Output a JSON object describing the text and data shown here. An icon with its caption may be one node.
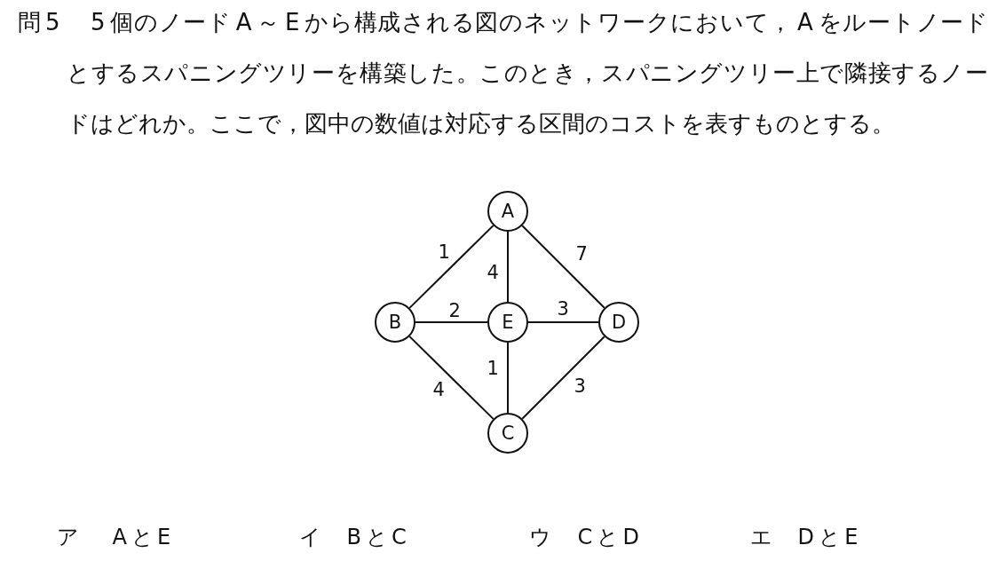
{
  "diagram": {
    "nodes": [
      {
        "text": [
          "A"
        ]
      },
      {
        "text": [
          "B"
        ]
      },
      {
        "text": [
          "E"
        ]
      },
      {
        "text": [
          "D"
        ]
      },
      {
        "text": [
          "C"
        ]
      }
    ],
    "edges": [
      {
        "from": 0,
        "to": 1,
        "arrow": "none",
        "label": "1"
      },
      {
        "from": 0,
        "to": 2,
        "arrow": "none",
        "label": "4"
      },
      {
        "from": 0,
        "to": 3,
        "arrow": "none",
        "label": "7"
      },
      {
        "from": 1,
        "to": 2,
        "arrow": "none",
        "label": "2"
      },
      {
        "from": 2,
        "to": 3,
        "arrow": "none",
        "label": "3"
      },
      {
        "from": 1,
        "to": 4,
        "arrow": "none",
        "label": "4"
      },
      {
        "from": 2,
        "to": 4,
        "arrow": "none",
        "label": "1"
      },
      {
        "from": 3,
        "to": 4,
        "arrow": "none",
        "label": "3"
      }
    ],
    "labels": [
      "問5",
      "5個のノードA～Eから構成される図のネットワークにおいて，Aをルートノードとするスパニングツリーを構築した。このとき，スパニングツリー上で隣接するノードはどれか。ここで，図中の数値は対応する区間のコストを表すものとする。",
      "ア",
      "AとE",
      "イ",
      "BとC",
      "ウ",
      "CとD",
      "エ",
      "DとE"
    ]
  }
}
